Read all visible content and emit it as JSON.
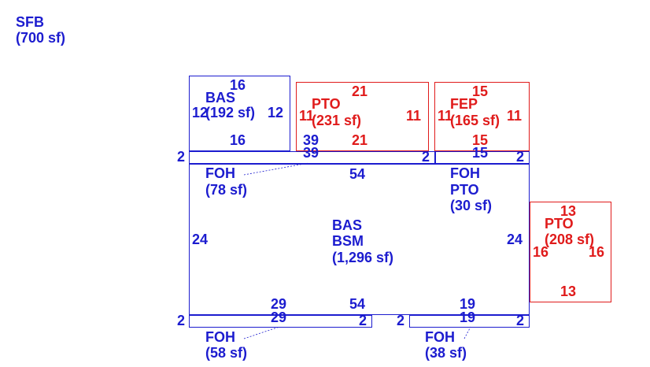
{
  "header": {
    "label": "SFB",
    "area": "(700 sf)"
  },
  "colors": {
    "blue": "#1c1ccf",
    "red": "#e01b1b"
  },
  "bas_top": {
    "code": "BAS",
    "area": "(192 sf)",
    "dims": {
      "top": "16",
      "bottom": "16",
      "left": "12",
      "right": "12"
    }
  },
  "pto_top": {
    "code": "PTO",
    "area": "(231 sf)",
    "dims": {
      "top": "21",
      "bottom": "21",
      "left": "11",
      "right": "11"
    }
  },
  "fep": {
    "code": "FEP",
    "area": "(165 sf)",
    "dims": {
      "top": "15",
      "bottom": "15",
      "left": "11",
      "right": "11"
    }
  },
  "foh_top_left": {
    "code": "FOH",
    "area": "(78 sf)",
    "dims": {
      "top": "39",
      "left": "2",
      "right": "2"
    }
  },
  "foh_pto_top_right": {
    "code1": "FOH",
    "code2": "PTO",
    "area": "(30 sf)",
    "dims": {
      "top": "15",
      "right": "2"
    }
  },
  "main": {
    "code1": "BAS",
    "code2": "BSM",
    "area": "(1,296 sf)",
    "dims": {
      "top": "54",
      "bottom": "54",
      "left": "24",
      "right": "24",
      "bottom_left": "29",
      "bottom_right": "19"
    }
  },
  "pto_right": {
    "code": "PTO",
    "area": "(208 sf)",
    "dims": {
      "top": "13",
      "bottom": "13",
      "left": "16",
      "right": "16"
    }
  },
  "foh_bottom_left": {
    "code": "FOH",
    "area": "(58 sf)",
    "dims": {
      "top": "29",
      "left": "2",
      "right": "2"
    }
  },
  "foh_bottom_right": {
    "code": "FOH",
    "area": "(38 sf)",
    "dims": {
      "top": "19",
      "left": "2",
      "right": "2"
    }
  }
}
